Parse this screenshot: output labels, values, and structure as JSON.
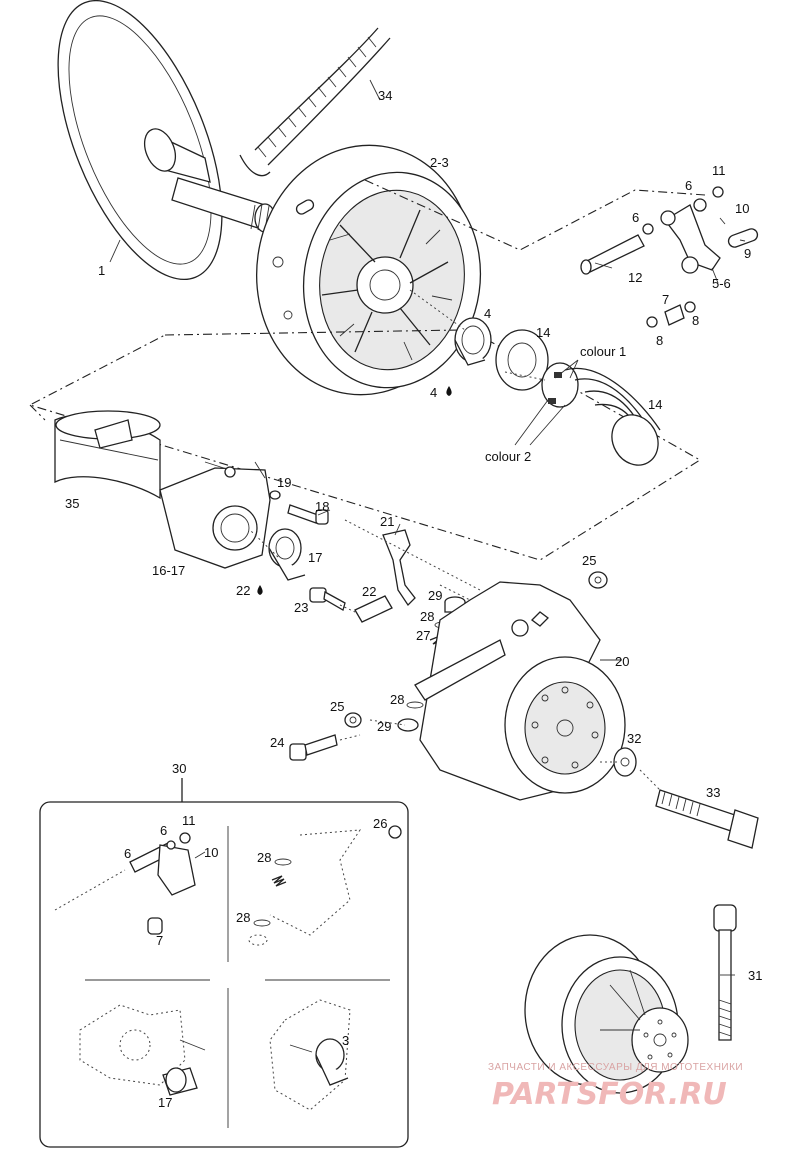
{
  "callouts": {
    "c1": "1",
    "c2_3": "2-3",
    "c34": "34",
    "c11a": "11",
    "c6a": "6",
    "c10a": "10",
    "c6b": "6",
    "c9": "9",
    "c12": "12",
    "c5_6": "5-6",
    "c7a": "7",
    "c8a": "8",
    "c8b": "8",
    "c4a": "4",
    "c14a": "14",
    "c4b": "4",
    "colour1": "colour 1",
    "c14b": "14",
    "colour2": "colour 2",
    "c35": "35",
    "c19": "19",
    "c18": "18",
    "c16_17": "16-17",
    "c17a": "17",
    "c22a": "22",
    "c21": "21",
    "c23": "23",
    "c22b": "22",
    "c29a": "29",
    "c28a": "28",
    "c27": "27",
    "c25a": "25",
    "c20": "20",
    "c25b": "25",
    "c28b": "28",
    "c24": "24",
    "c29b": "29",
    "c32": "32",
    "c33": "33",
    "c30": "30",
    "c11b": "11",
    "c6c": "6",
    "c6d": "6",
    "c10b": "10",
    "c7b": "7",
    "c26": "26",
    "c28c": "28",
    "c28d": "28",
    "c3": "3",
    "c17b": "17",
    "c31": "31"
  },
  "watermark": {
    "caption": "ЗАПЧАСТИ И АКСЕССУАРЫ ДЛЯ МОТОТЕХНИКИ",
    "brand": "PARTSFOR.RU"
  },
  "colors": {
    "line": "#222222",
    "watermark": "#f0b8b8"
  }
}
